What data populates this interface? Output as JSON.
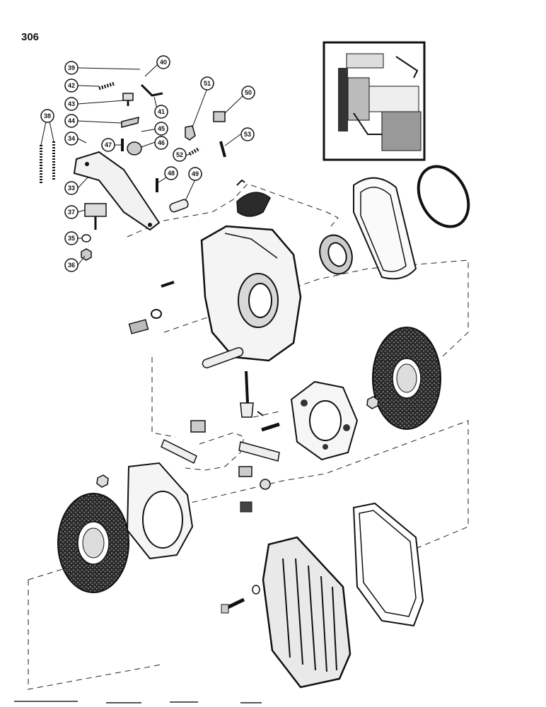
{
  "page_number": "306",
  "callouts": [
    {
      "label": "39"
    },
    {
      "label": "40"
    },
    {
      "label": "42"
    },
    {
      "label": "43"
    },
    {
      "label": "41"
    },
    {
      "label": "44"
    },
    {
      "label": "45"
    },
    {
      "label": "38"
    },
    {
      "label": "34"
    },
    {
      "label": "47"
    },
    {
      "label": "46"
    },
    {
      "label": "33"
    },
    {
      "label": "48"
    },
    {
      "label": "49"
    },
    {
      "label": "37"
    },
    {
      "label": "35"
    },
    {
      "label": "36"
    },
    {
      "label": "51"
    },
    {
      "label": "50"
    },
    {
      "label": "52"
    },
    {
      "label": "53"
    }
  ]
}
